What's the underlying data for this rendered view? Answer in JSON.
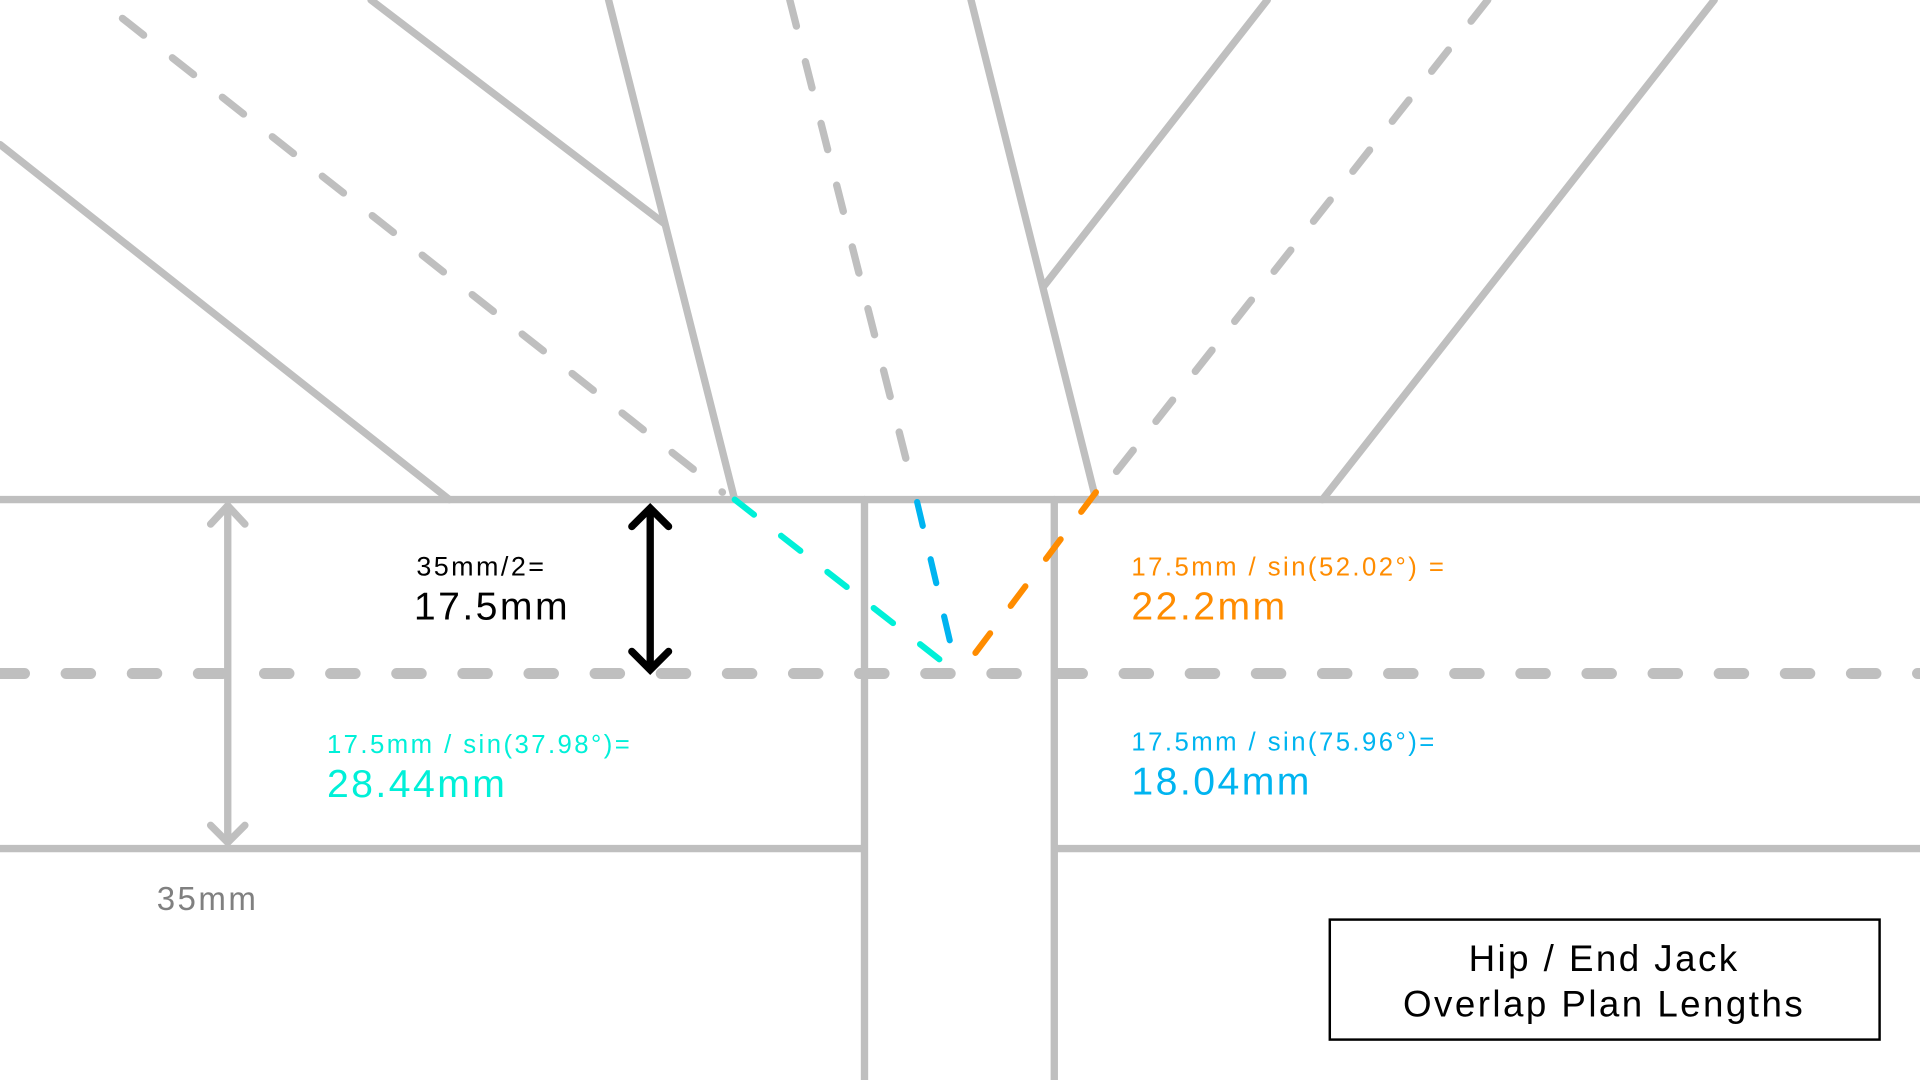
{
  "colors": {
    "lines": "#bfbfbf",
    "cyan": "#00f0d8",
    "blue": "#00b4f0",
    "orange": "#ff8c00",
    "black": "#000000"
  },
  "labels": {
    "half_formula": "35mm/2=",
    "half_value": "17.5mm",
    "cyan_formula": "17.5mm / sin(37.98°)=",
    "cyan_value": "28.44mm",
    "orange_formula": "17.5mm / sin(52.02°) =",
    "orange_value": "22.2mm",
    "blue_formula": "17.5mm / sin(75.96°)=",
    "blue_value": "18.04mm",
    "width_label": "35mm"
  },
  "title_box": {
    "line1": "Hip / End Jack",
    "line2": "Overlap Plan Lengths"
  }
}
